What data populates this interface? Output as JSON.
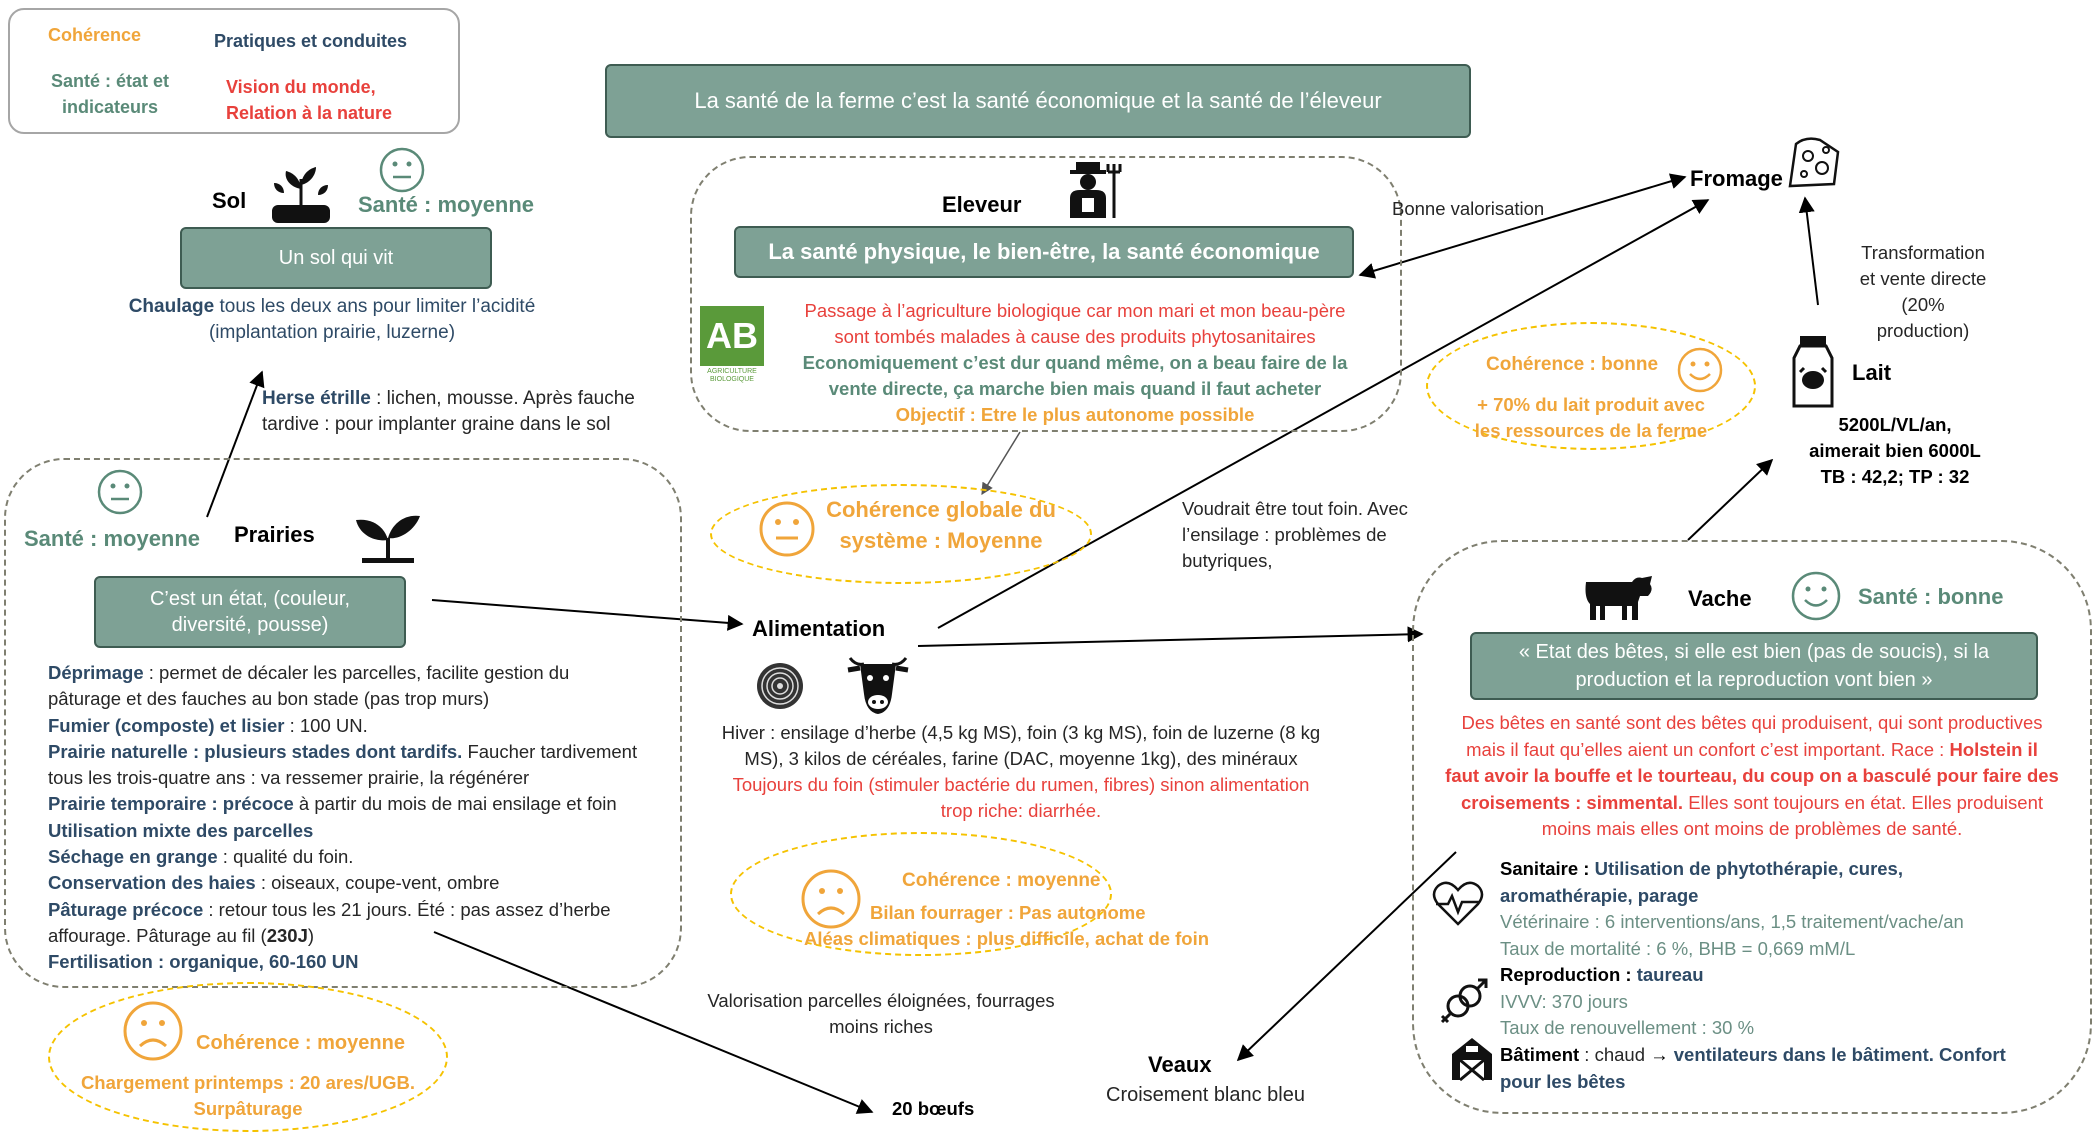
{
  "legend": {
    "coherence": "Cohérence",
    "practices": "Pratiques et conduites",
    "health": "Santé : état et indicateurs",
    "vision": "Vision du monde, Relation à la nature"
  },
  "title": "La santé de la ferme c’est la santé économique  et la santé de l’éleveur",
  "sol": {
    "label": "Sol",
    "health": "Santé : moyenne",
    "box": "Un sol qui vit",
    "chaulage_key": "Chaulage",
    "chaulage_text": " tous les deux ans pour limiter l’acidité",
    "chaulage_text2": "(implantation prairie, luzerne)",
    "herse_key": "Herse étrille",
    "herse_text": " : lichen, mousse. Après fauche",
    "herse_text2": "tardive : pour implanter graine dans le sol"
  },
  "prairies": {
    "health": "Santé : moyenne",
    "label": "Prairies",
    "box": "C’est un état, (couleur, diversité, pousse)",
    "lines": [
      {
        "k": "Déprimage",
        "v": " : permet de décaler les parcelles, facilite gestion du"
      },
      {
        "k": "",
        "v": "pâturage et des fauches au bon stade (pas trop murs)"
      },
      {
        "k": "Fumier (composte) et lisier",
        "v": " : 100 UN."
      },
      {
        "k": "Prairie naturelle  : plusieurs stades dont tardifs.",
        "v": " Faucher tardivement"
      },
      {
        "k": "",
        "v": "tous les trois-quatre ans  : va ressemer prairie, la régénérer"
      },
      {
        "k": "Prairie temporaire : précoce",
        "v": " à partir du mois de mai ensilage et foin"
      },
      {
        "k": "Utilisation  mixte des parcelles",
        "v": ""
      },
      {
        "k": "Séchage en grange",
        "v": " : qualité du foin."
      },
      {
        "k": "Conservation des haies",
        "v": " : oiseaux, coupe-vent, ombre"
      },
      {
        "k": "Pâturage précoce",
        "v": " : retour tous les 21 jours. Été : pas assez d’herbe"
      },
      {
        "k": "",
        "v": "affourage.  Pâturage au fil (",
        "k2": "230J",
        "v2": ")"
      },
      {
        "k": "Fertilisation : organique, 60-160 UN",
        "v": ""
      }
    ]
  },
  "prairie_coherence": {
    "title": "Cohérence : moyenne",
    "l1": "Chargement printemps : 20 ares/UGB.",
    "l2": "Surpâturage"
  },
  "eleveur": {
    "label": "Eleveur",
    "box": "La santé physique, le bien-être, la santé économique",
    "red1": "Passage  à l’agriculture biologique car mon mari et mon beau-père",
    "red2": "sont tombés malades à cause des produits phytosanitaires",
    "green1": "Economiquement c’est dur quand même, on a beau faire de la",
    "green2": "vente directe, ça marche bien mais quand il faut acheter",
    "objective": "Objectif : Etre le plus autonome possible",
    "ab_logo": "AB",
    "ab_caption1": "AGRICULTURE",
    "ab_caption2": "BIOLOGIQUE"
  },
  "global_coherence": {
    "l1": "Cohérence globale du",
    "l2": "système : Moyenne"
  },
  "fromage": {
    "label": "Fromage",
    "valorisation": "Bonne valorisation",
    "transform1": "Transformation",
    "transform2": "et vente directe",
    "transform3": "(20%",
    "transform4": "production)"
  },
  "lait": {
    "label": "Lait",
    "l1": "5200L/VL/an,",
    "l2": "aimerait bien 6000L",
    "l3": "TB : 42,2; TP : 32",
    "coherence_title": "Cohérence : bonne",
    "coherence1": "+ 70% du lait produit avec",
    "coherence2": "les ressources de la ferme"
  },
  "alimentation": {
    "label": "Alimentation",
    "foin_note1": "Voudrait être tout foin. Avec",
    "foin_note2": "l’ensilage : problèmes de",
    "foin_note3": "butyriques,",
    "winter1": "Hiver : ensilage d’herbe (4,5 kg MS), foin (3 kg MS), foin de luzerne (8 kg",
    "winter2": "MS), 3 kilos de céréales,  farine (DAC, moyenne 1kg), des minéraux",
    "red1": "Toujours du foin (stimuler bactérie du rumen, fibres)  sinon alimentation",
    "red2": "trop riche: diarrhée.",
    "coherence_title": "Cohérence : moyenne",
    "coherence1": "Bilan fourrager : Pas autonome",
    "coherence2": "Aléas climatiques : plus difficile, achat de foin",
    "valorisation1": "Valorisation parcelles éloignées, fourrages",
    "valorisation2": "moins riches",
    "boeufs": "20 bœufs"
  },
  "vache": {
    "label": "Vache",
    "health": "Santé : bonne",
    "box": "« Etat des bêtes, si elle est bien (pas de soucis), si la production et la reproduction vont bien »",
    "red1": "Des bêtes en santé sont des bêtes qui produisent, qui sont productives",
    "red2a": "mais  il faut qu’elles aient un confort c’est important. Race : ",
    "red2b": "Holstein il",
    "red3": "faut avoir la bouffe et le tourteau, du coup on a basculé pour faire des",
    "red4a": "croisements : simmental.",
    "red4b": " Elles sont toujours en état. Elles produisent",
    "red5": "moins mais elles ont moins de problèmes de santé.",
    "sanitaire_key": "Sanitaire : ",
    "sanitaire_val1": "Utilisation de phytothérapie, cures,",
    "sanitaire_val2": "aromathérapie, parage",
    "vet": "Vétérinaire : 6 interventions/ans, 1,5 traitement/vache/an",
    "mortality": "Taux de mortalité : 6 %, BHB = 0,669 mM/L",
    "repro_key": "Reproduction : ",
    "repro_val": "taureau",
    "ivvv": "IVVV: 370 jours",
    "renouv": "Taux de renouvellement : 30 %",
    "batiment_key": "Bâtiment",
    "batiment_text": " : chaud ",
    "batiment_arrow": "→",
    "batiment_val1": " ventilateurs dans le bâtiment. Confort",
    "batiment_val2": "pour les bêtes"
  },
  "veaux": {
    "label": "Veaux",
    "text": "Croisement blanc bleu"
  },
  "colors": {
    "teal": "#7ea195",
    "navy": "#2e4a66",
    "green": "#5a8a78",
    "orange": "#f0a53a",
    "red": "#e8413c",
    "yellow": "#f5c200"
  }
}
